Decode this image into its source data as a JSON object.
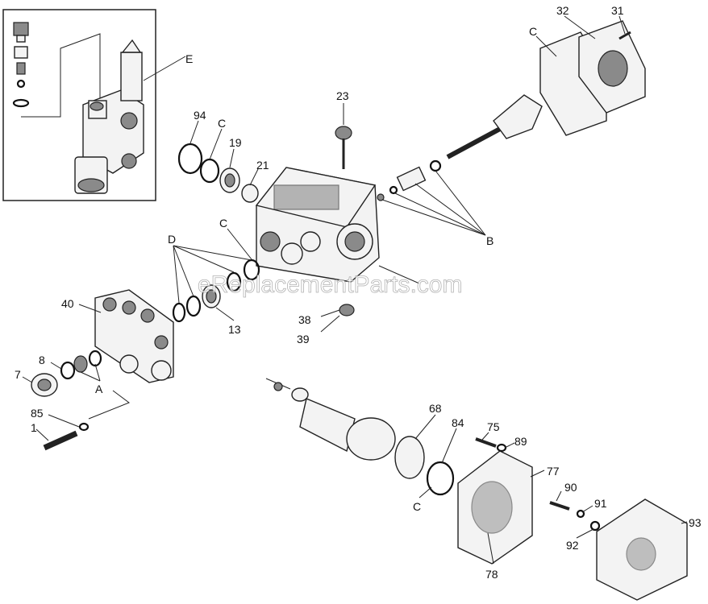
{
  "watermark": "eReplacementParts.com",
  "labels": {
    "p1": "1",
    "p7": "7",
    "p8": "8",
    "p13": "13",
    "p19": "19",
    "p21": "21",
    "p23": "23",
    "p31": "31",
    "p32": "32",
    "p38": "38",
    "p39": "39",
    "p40": "40",
    "p68": "68",
    "p75": "75",
    "p77": "77",
    "p78": "78",
    "p84": "84",
    "p85": "85",
    "p89": "89",
    "p90": "90",
    "p91": "91",
    "p92": "92",
    "p93": "93",
    "p94": "94",
    "A": "A",
    "B": "B",
    "C1": "C",
    "C2": "C",
    "C3": "C",
    "C4": "C",
    "D": "D",
    "E": "E"
  }
}
